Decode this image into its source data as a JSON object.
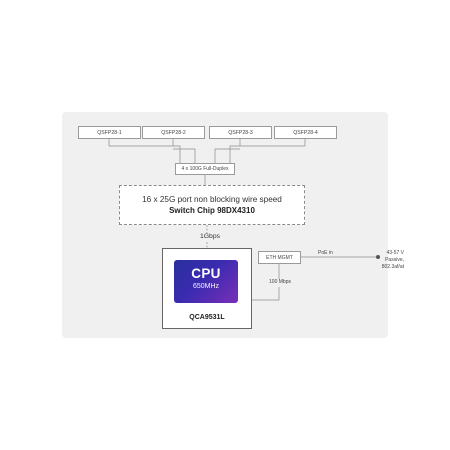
{
  "ports": [
    "QSFP28-1",
    "QSFP28-2",
    "QSFP28-3",
    "QSFP28-4"
  ],
  "duplex_label": "4 x 100G Full-Duplex",
  "switch_chip": {
    "line1": "16 x 25G port non blocking wire speed",
    "line2": "Switch Chip 98DX4310"
  },
  "uplink_label": "1Gbps",
  "cpu": {
    "title": "CPU",
    "freq": "650MHz",
    "model": "QCA9531L"
  },
  "eth_mgmt": {
    "label": "ETH MGMT",
    "speed": "100 Mbps"
  },
  "power": {
    "poe_label": "PoE in",
    "voltage": "43-57 V",
    "passive": "Passive,",
    "standard": "802.3af/at"
  },
  "colors": {
    "panel": "#f0f0f0",
    "cpu_gradient_start": "#2a2f9c",
    "cpu_gradient_end": "#7a2fb8"
  }
}
